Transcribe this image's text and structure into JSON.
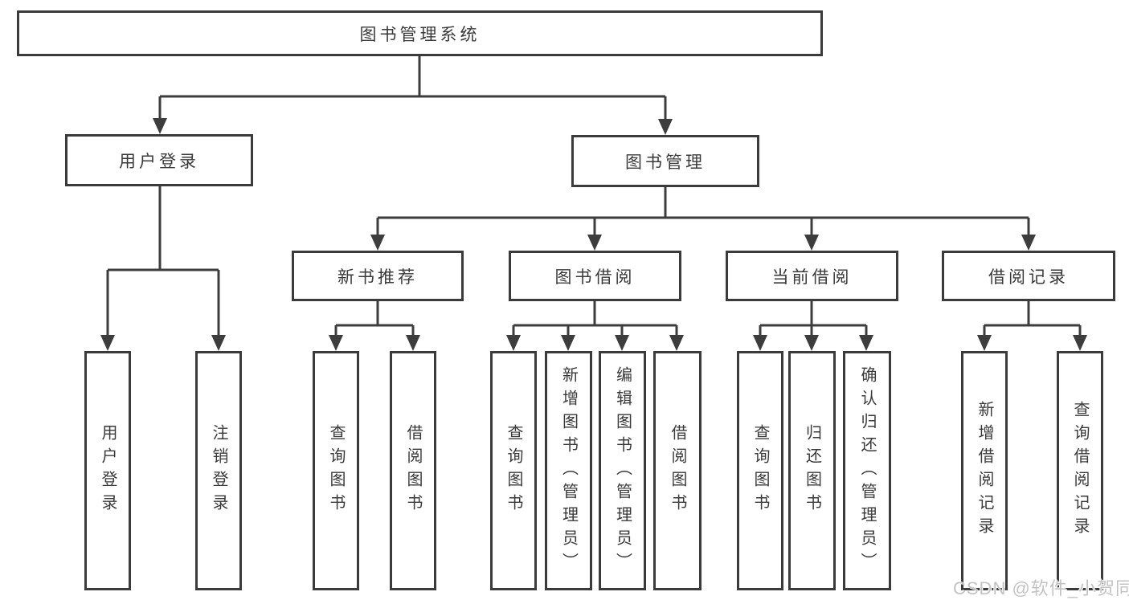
{
  "diagram": {
    "title": "图书管理系统",
    "level2": {
      "user_login": "用户登录",
      "book_management": "图书管理"
    },
    "level3": {
      "new_book_recommend": "新书推荐",
      "book_borrow": "图书借阅",
      "current_borrow": "当前借阅",
      "borrow_records": "借阅记录"
    },
    "leaves": {
      "user_login": [
        "用户登录",
        "注销登录"
      ],
      "new_book_recommend": [
        "查询图书",
        "借阅图书"
      ],
      "book_borrow": [
        "查询图书",
        "新增图书（管理员）",
        "编辑图书（管理员）",
        "借阅图书"
      ],
      "current_borrow": [
        "查询图书",
        "归还图书",
        "确认归还（管理员）"
      ],
      "borrow_records": [
        "新增借阅记录",
        "查询借阅记录"
      ]
    }
  },
  "watermark": "CSDN @软件_小贺同学",
  "colors": {
    "line": "#3d3d3d",
    "box_border": "#3b3b3b",
    "text": "#3a3a3a",
    "watermark": "#c3c3c3",
    "background": "#ffffff"
  }
}
